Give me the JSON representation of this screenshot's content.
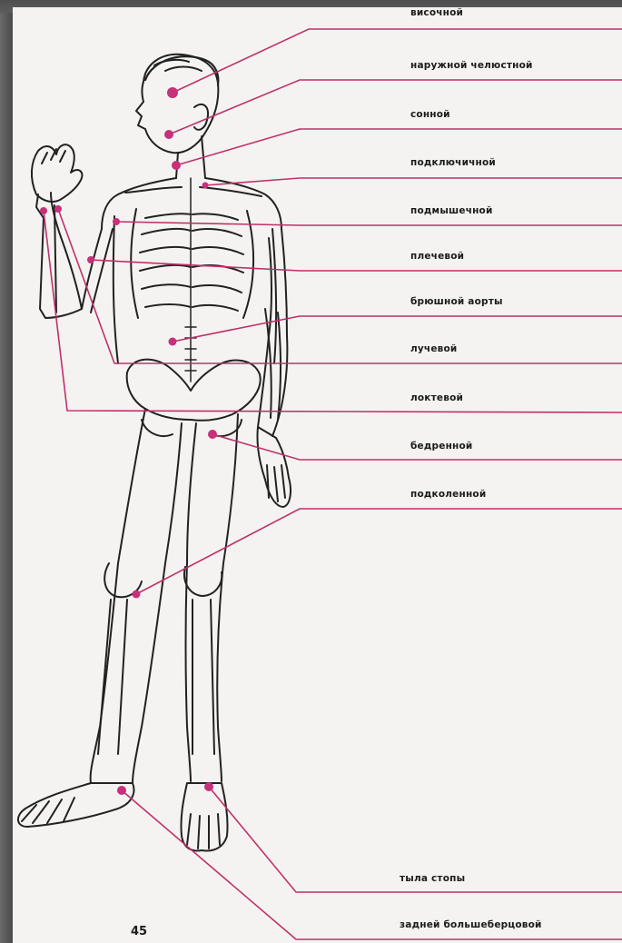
{
  "labels": {
    "temporal": "височной",
    "facial": "наружной челюстной",
    "carotid": "сонной",
    "subclavian": "подключичной",
    "axillary": "подмышечной",
    "brachial": "плечевой",
    "aorta": "брюшной аорты",
    "radial": "лучевой",
    "ulnar": "локтевой",
    "femoral": "бедренной",
    "popliteal": "подколенной",
    "dorsalis_pedis": "тыла стопы",
    "posterior_tibial": "задней большеберцовой"
  },
  "page_number": "45",
  "colors": {
    "leader_line": "#c0306a",
    "pulse_point": "#c8307a",
    "body_outline": "#222222",
    "paper": "#f4f3f1",
    "frame": "#4a4a4a"
  }
}
